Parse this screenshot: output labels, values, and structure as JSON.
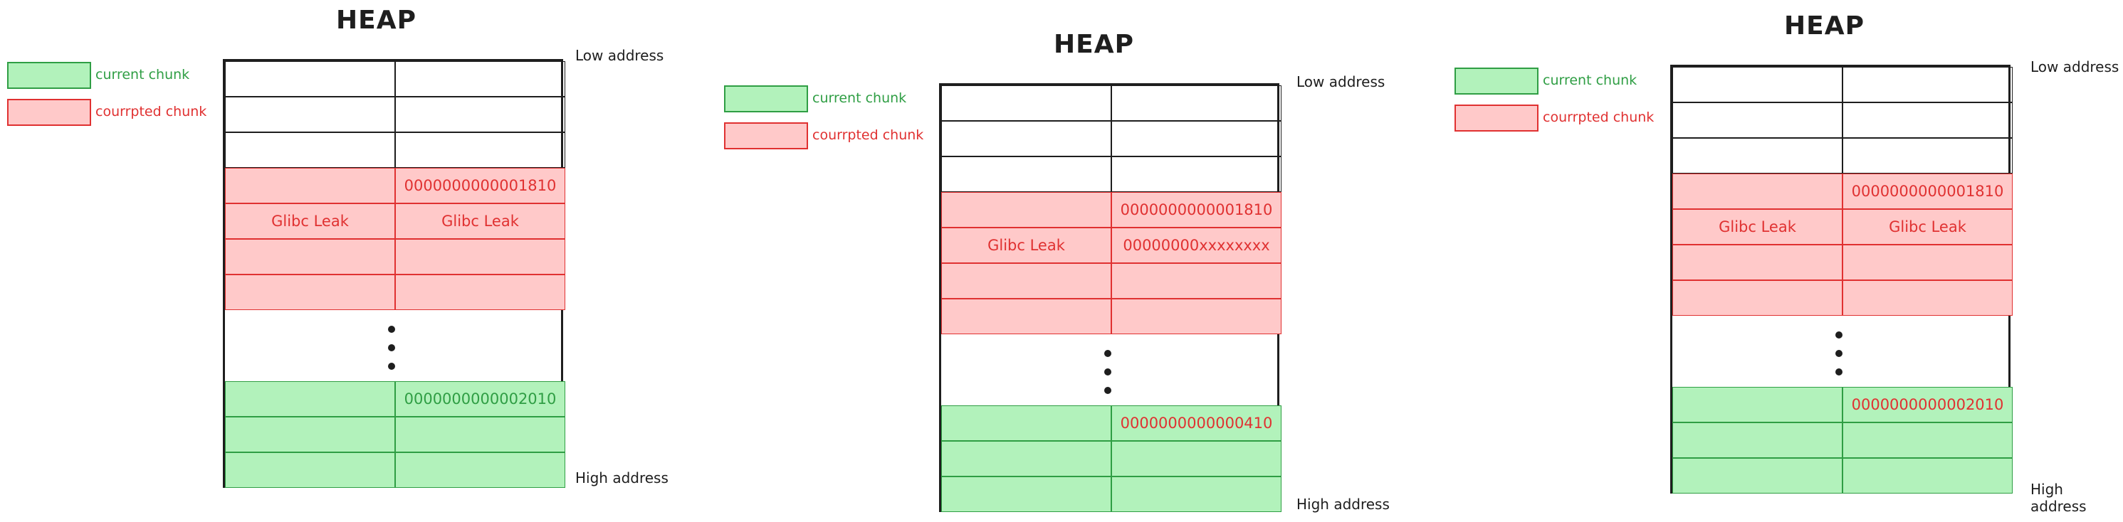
{
  "legend": {
    "current_label": "current chunk",
    "corrupted_label": "courrpted chunk"
  },
  "labels": {
    "low": "Low address",
    "high": "High address"
  },
  "panels": [
    {
      "title": "HEAP",
      "rows": [
        {
          "type": "white",
          "l": "",
          "r": ""
        },
        {
          "type": "white",
          "l": "",
          "r": ""
        },
        {
          "type": "white",
          "l": "",
          "r": ""
        },
        {
          "type": "red",
          "l": "",
          "r": "0000000000001810"
        },
        {
          "type": "red",
          "l": "Glibc Leak",
          "r": "Glibc Leak"
        },
        {
          "type": "red",
          "l": "",
          "r": ""
        },
        {
          "type": "red",
          "l": "",
          "r": ""
        },
        {
          "type": "gap"
        },
        {
          "type": "green",
          "l": "",
          "r": "0000000000002010",
          "rcolor": "green"
        },
        {
          "type": "green",
          "l": "",
          "r": ""
        },
        {
          "type": "green",
          "l": "",
          "r": ""
        }
      ]
    },
    {
      "title": "HEAP",
      "rows": [
        {
          "type": "white",
          "l": "",
          "r": ""
        },
        {
          "type": "white",
          "l": "",
          "r": ""
        },
        {
          "type": "white",
          "l": "",
          "r": ""
        },
        {
          "type": "red",
          "l": "",
          "r": "0000000000001810"
        },
        {
          "type": "red",
          "l": "Glibc Leak",
          "r": "00000000xxxxxxxx"
        },
        {
          "type": "red",
          "l": "",
          "r": ""
        },
        {
          "type": "red",
          "l": "",
          "r": ""
        },
        {
          "type": "gap"
        },
        {
          "type": "green",
          "l": "",
          "r": "0000000000000410",
          "rcolor": "red"
        },
        {
          "type": "green",
          "l": "",
          "r": ""
        },
        {
          "type": "green",
          "l": "",
          "r": ""
        }
      ]
    },
    {
      "title": "HEAP",
      "rows": [
        {
          "type": "white",
          "l": "",
          "r": ""
        },
        {
          "type": "white",
          "l": "",
          "r": ""
        },
        {
          "type": "white",
          "l": "",
          "r": ""
        },
        {
          "type": "red",
          "l": "",
          "r": "0000000000001810"
        },
        {
          "type": "red",
          "l": "Glibc Leak",
          "r": "Glibc Leak"
        },
        {
          "type": "red",
          "l": "",
          "r": ""
        },
        {
          "type": "red",
          "l": "",
          "r": ""
        },
        {
          "type": "gap"
        },
        {
          "type": "green",
          "l": "",
          "r": "0000000000002010",
          "rcolor": "red"
        },
        {
          "type": "green",
          "l": "",
          "r": ""
        },
        {
          "type": "green",
          "l": "",
          "r": ""
        }
      ]
    }
  ]
}
